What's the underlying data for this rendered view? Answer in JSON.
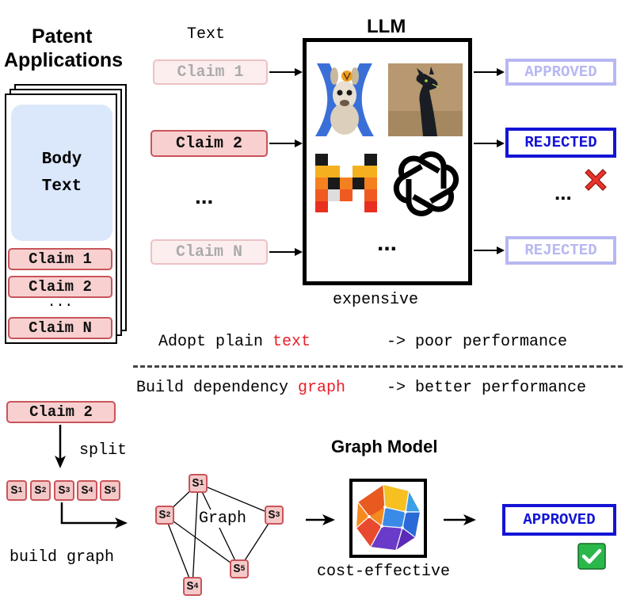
{
  "patent": {
    "title_line1": "Patent",
    "title_line2": "Applications",
    "body_text_line1": "Body",
    "body_text_line2": "Text",
    "claims": [
      "Claim 1",
      "Claim 2",
      "...",
      "Claim N"
    ]
  },
  "top": {
    "text_label": "Text",
    "llm_label": "LLM",
    "claims": [
      "Claim 1",
      "Claim 2",
      "Claim N"
    ],
    "mid_ellipsis": "...",
    "llm_ellipsis": "...",
    "right_ellipsis": "...",
    "cost_label": "expensive",
    "decisions": [
      "APPROVED",
      "REJECTED",
      "REJECTED"
    ],
    "adopt_prefix": "Adopt plain ",
    "adopt_keyword": "text",
    "adopt_suffix": "-> poor performance"
  },
  "bottom": {
    "build_prefix": "Build dependency ",
    "build_keyword": "graph",
    "build_suffix": "-> better performance",
    "claim": "Claim 2",
    "split_label": "split",
    "build_graph_label": "build graph",
    "graph_label": "Graph",
    "graph_model_label": "Graph Model",
    "cost_label": "cost-effective",
    "decision": "APPROVED"
  },
  "colors": {
    "claim_fill": "#f8d0d0",
    "claim_border": "#c8555a",
    "decision_blue": "#1414d6",
    "keyword_red": "#e8202a",
    "body_fill": "#dbe7fb",
    "check_green": "#2ab84a",
    "cross_red": "#e8342a"
  }
}
